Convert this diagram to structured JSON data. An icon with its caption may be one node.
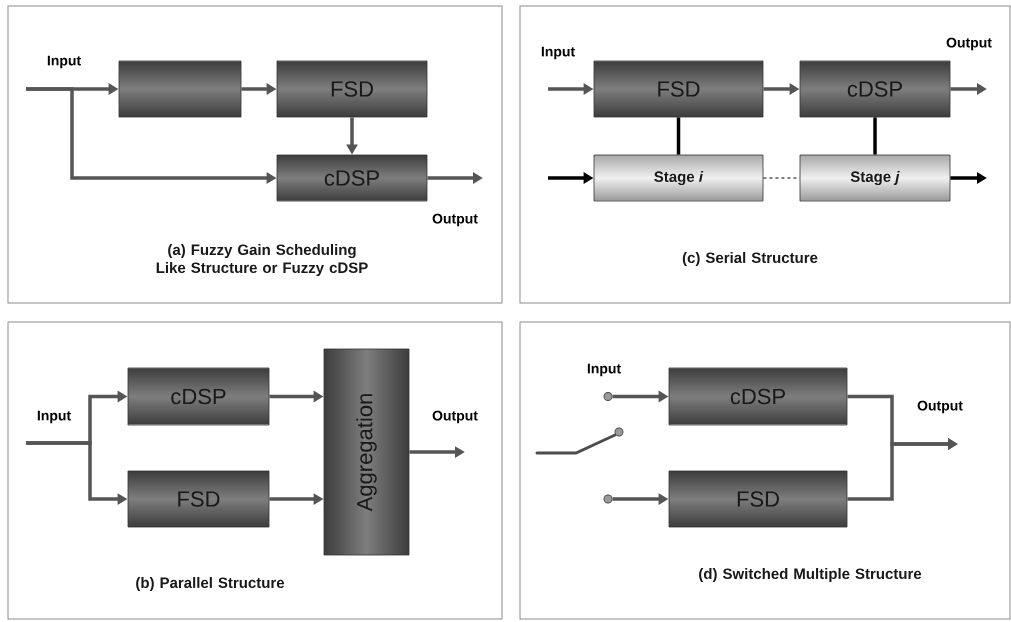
{
  "diagram": {
    "nodes": [
      {
        "text": [
          "(a) Fuzzy Gain Scheduling Like Structure or Fuzzy cDSP"
        ]
      },
      {
        "text": [],
        "shape": "box",
        "in": 0
      },
      {
        "text": [
          "FSD"
        ],
        "in": 0
      },
      {
        "text": [
          "cDSP"
        ],
        "in": 0
      },
      {
        "text": [
          "(c) Serial Structure"
        ]
      },
      {
        "text": [
          "FSD"
        ],
        "in": 4
      },
      {
        "text": [
          "cDSP"
        ],
        "in": 4
      },
      {
        "text": [
          "Stage *i*"
        ],
        "in": 4
      },
      {
        "text": [
          "Stage *j*"
        ],
        "in": 4
      },
      {
        "text": [
          "(b) Parallel Structure"
        ]
      },
      {
        "text": [
          "cDSP"
        ],
        "in": 9
      },
      {
        "text": [
          "FSD"
        ],
        "in": 9
      },
      {
        "text": [
          "Aggregation"
        ],
        "in": 9
      },
      {
        "text": [
          "(d) Switched Multiple Structure"
        ]
      },
      {
        "text": [
          "cDSP"
        ],
        "in": 13
      },
      {
        "text": [
          "FSD"
        ],
        "in": 13
      },
      {
        "text": [],
        "shape": "circle",
        "in": 13
      },
      {
        "text": [],
        "shape": "circle",
        "in": 13
      }
    ],
    "edges": [
      {
        "from": null,
        "to": 1,
        "arrow": "to"
      },
      {
        "from": null,
        "to": 3,
        "arrow": "to"
      },
      {
        "from": 1,
        "to": 2,
        "arrow": "to"
      },
      {
        "from": 2,
        "to": 3,
        "arrow": "to"
      },
      {
        "from": 3,
        "to": null,
        "arrow": "to"
      },
      {
        "from": null,
        "to": 5,
        "arrow": "to"
      },
      {
        "from": 5,
        "to": 6,
        "arrow": "to"
      },
      {
        "from": 6,
        "to": null,
        "arrow": "to"
      },
      {
        "from": 5,
        "to": 7,
        "arrow": "none",
        "color": "#000000"
      },
      {
        "from": 6,
        "to": 8,
        "arrow": "none",
        "color": "#000000"
      },
      {
        "from": 7,
        "to": 8,
        "arrow": "none",
        "style": "dashed",
        "color": "#000000"
      },
      {
        "from": null,
        "to": 7,
        "arrow": "to",
        "color": "#000000"
      },
      {
        "from": 8,
        "to": null,
        "arrow": "to",
        "color": "#000000"
      },
      {
        "from": null,
        "to": 10,
        "arrow": "to"
      },
      {
        "from": null,
        "to": 11,
        "arrow": "to"
      },
      {
        "from": 10,
        "to": 12,
        "arrow": "to"
      },
      {
        "from": 11,
        "to": 12,
        "arrow": "to"
      },
      {
        "from": 12,
        "to": null,
        "arrow": "to"
      },
      {
        "from": 16,
        "to": 14,
        "arrow": "to"
      },
      {
        "from": 17,
        "to": 15,
        "arrow": "to"
      },
      {
        "from": 14,
        "to": null,
        "arrow": "to"
      },
      {
        "from": 15,
        "to": null,
        "arrow": "to"
      }
    ],
    "labels": [
      "Input",
      "Output",
      "Input",
      "Output",
      "Input",
      "Output",
      "Input",
      "Output"
    ]
  }
}
